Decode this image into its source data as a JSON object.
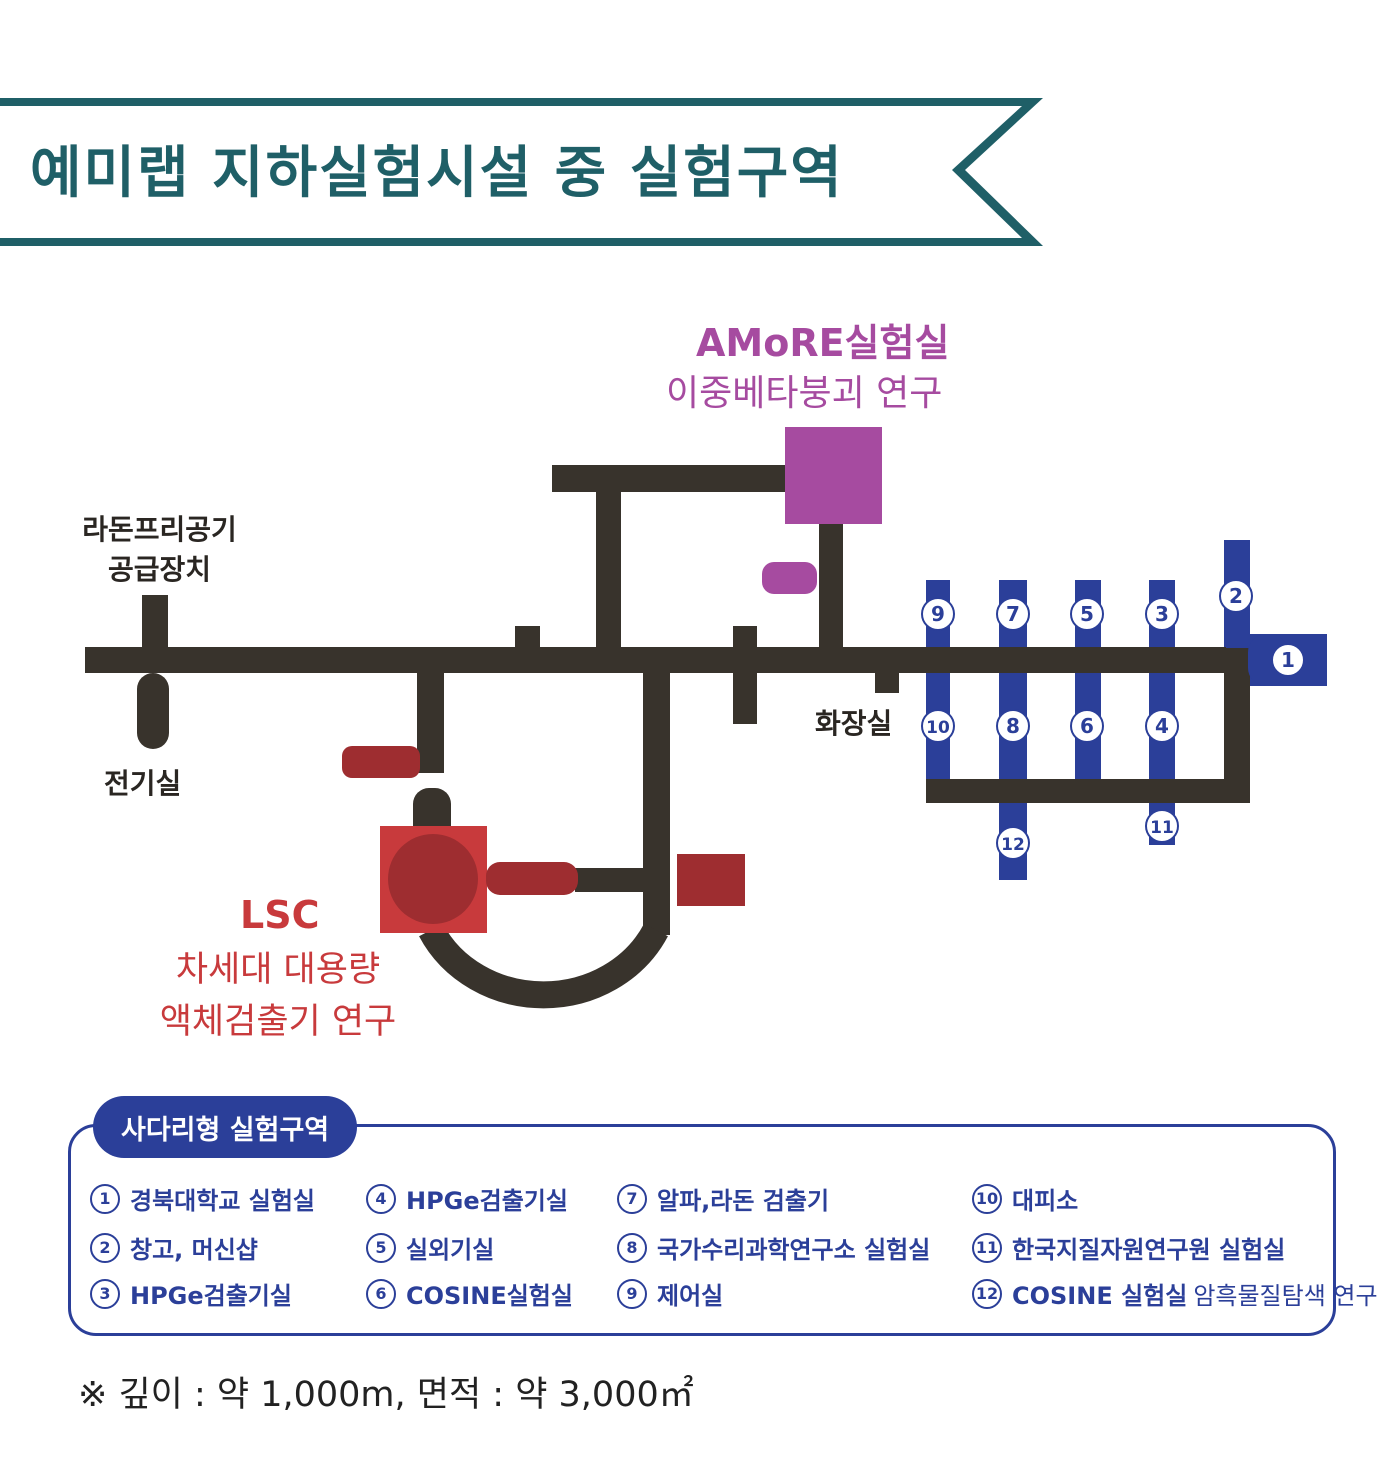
{
  "title": "예미랩 지하실험시설 중 실험구역",
  "colors": {
    "title_teal": "#1f5f67",
    "tunnel": "#38332c",
    "amore": "#a64ba0",
    "lsc": "#c83a3c",
    "lsc_dark": "#9e2d30",
    "ladder_blue": "#2b3f99"
  },
  "labels": {
    "amore_name": "AMoRE실험실",
    "amore_desc": "이중베타붕괴 연구",
    "radon_line1": "라돈프리공기",
    "radon_line2": "공급장치",
    "electric": "전기실",
    "restroom": "화장실",
    "lsc_name": "LSC",
    "lsc_desc_line1": "차세대 대용량",
    "lsc_desc_line2": "액체검출기 연구"
  },
  "map_numbers": [
    "1",
    "2",
    "3",
    "4",
    "5",
    "6",
    "7",
    "8",
    "9",
    "10",
    "11",
    "12"
  ],
  "legend": {
    "title": "사다리형 실험구역",
    "items": [
      {
        "num": "1",
        "text": "경북대학교 실험실"
      },
      {
        "num": "2",
        "text": "창고, 머신샵"
      },
      {
        "num": "3",
        "text": "HPGe검출기실"
      },
      {
        "num": "4",
        "text": "HPGe검출기실"
      },
      {
        "num": "5",
        "text": "실외기실"
      },
      {
        "num": "6",
        "text": "COSINE실험실"
      },
      {
        "num": "7",
        "text": "알파,라돈 검출기"
      },
      {
        "num": "8",
        "text": "국가수리과학연구소 실험실"
      },
      {
        "num": "9",
        "text": "제어실"
      },
      {
        "num": "10",
        "text": "대피소"
      },
      {
        "num": "11",
        "text": "한국지질자원연구원 실험실"
      },
      {
        "num": "12",
        "text": "COSINE 실험실",
        "sub": "암흑물질탐색 연구"
      }
    ]
  },
  "footnote": "※ 깊이 : 약 1,000m, 면적 : 약 3,000㎡"
}
